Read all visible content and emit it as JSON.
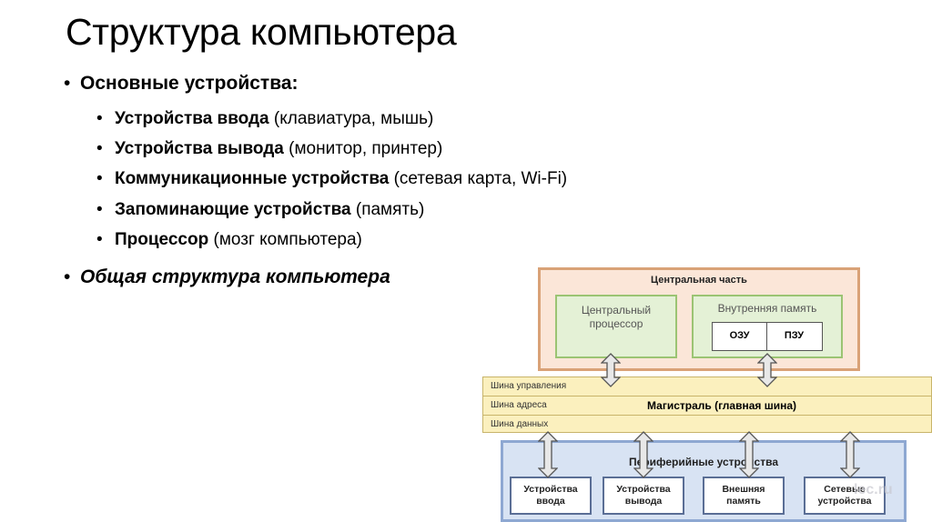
{
  "title": "Структура компьютера",
  "bullets": {
    "main": "Основные устройства:",
    "sub": [
      {
        "bold": "Устройства ввода",
        "rest": " (клавиатура, мышь)"
      },
      {
        "bold": "Устройства вывода",
        "rest": " (монитор, принтер)"
      },
      {
        "bold": "Коммуникационные устройства",
        "rest": " (сетевая карта, Wi-Fi)"
      },
      {
        "bold": "Запоминающие устройства",
        "rest": " (память)"
      },
      {
        "bold": "Процессор",
        "rest": " (мозг компьютера)"
      }
    ],
    "general": "Общая структура компьютера"
  },
  "diagram": {
    "central_part": "Центральная часть",
    "cpu_line1": "Центральный",
    "cpu_line2": "процессор",
    "internal_memory": "Внутренняя память",
    "ram": "ОЗУ",
    "rom": "ПЗУ",
    "bus_control": "Шина управления",
    "bus_address": "Шина адреса",
    "bus_data": "Шина данных",
    "bus_main": "Магистраль (главная шина)",
    "peripheral": "Периферийные устройства",
    "devices": [
      {
        "line1": "Устройства",
        "line2": "ввода"
      },
      {
        "line1": "Устройства",
        "line2": "вывода"
      },
      {
        "line1": "Внешняя",
        "line2": "память"
      },
      {
        "line1": "Сетевые",
        "line2": "устройства"
      }
    ]
  },
  "watermark": "lec.ru"
}
